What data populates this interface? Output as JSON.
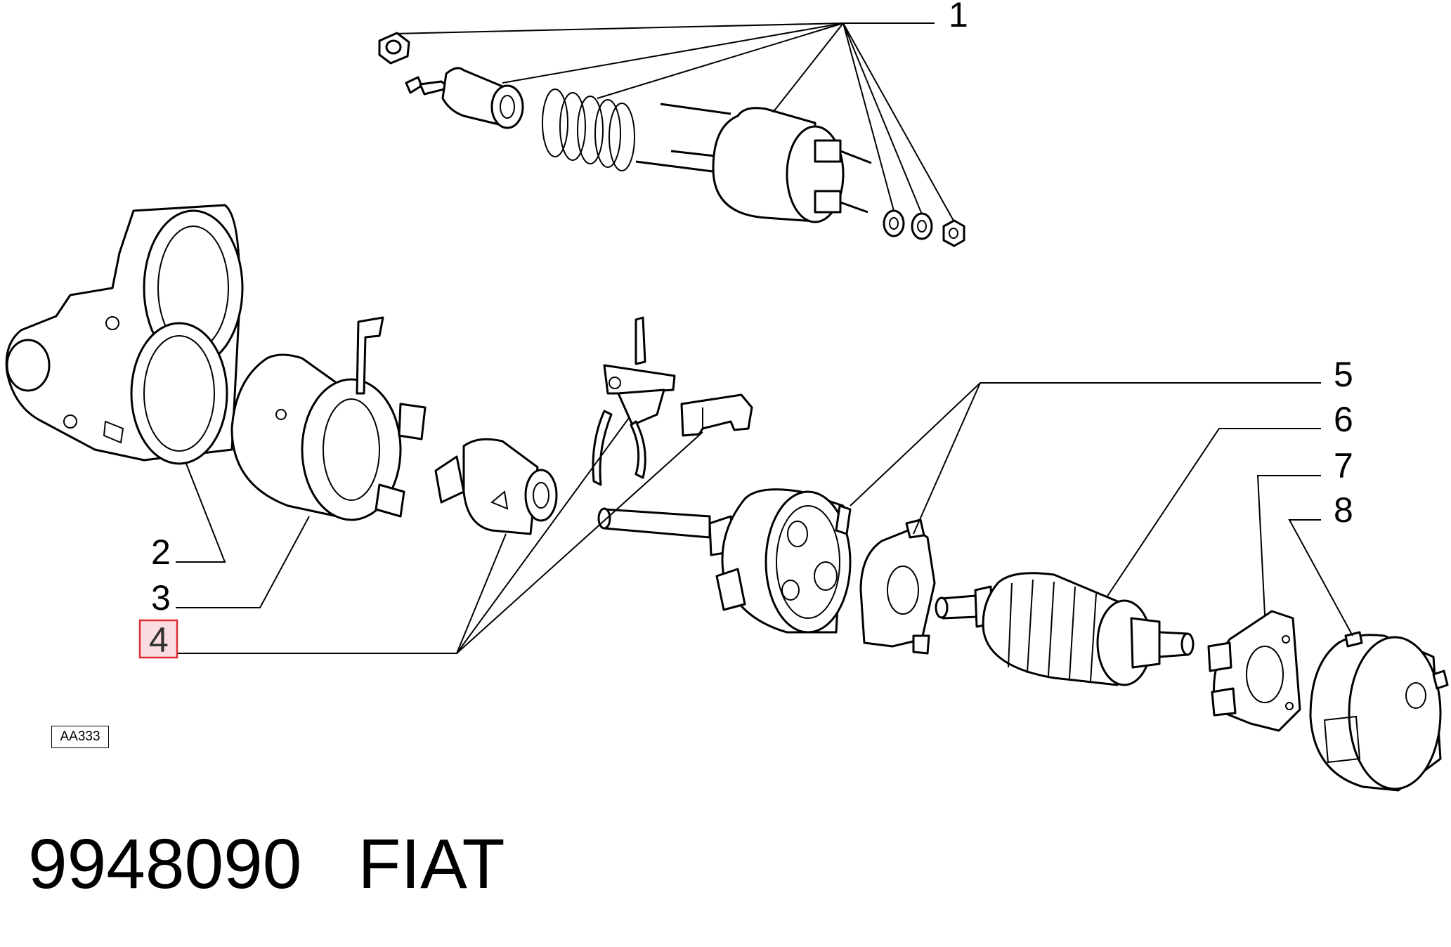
{
  "callouts": [
    "1",
    "2",
    "3",
    "4",
    "5",
    "6",
    "7",
    "8"
  ],
  "highlighted_callout": "4",
  "highlight_color": "#e22b35",
  "reference_code": "AA333",
  "part_number": "9948090",
  "brand": "FIAT"
}
